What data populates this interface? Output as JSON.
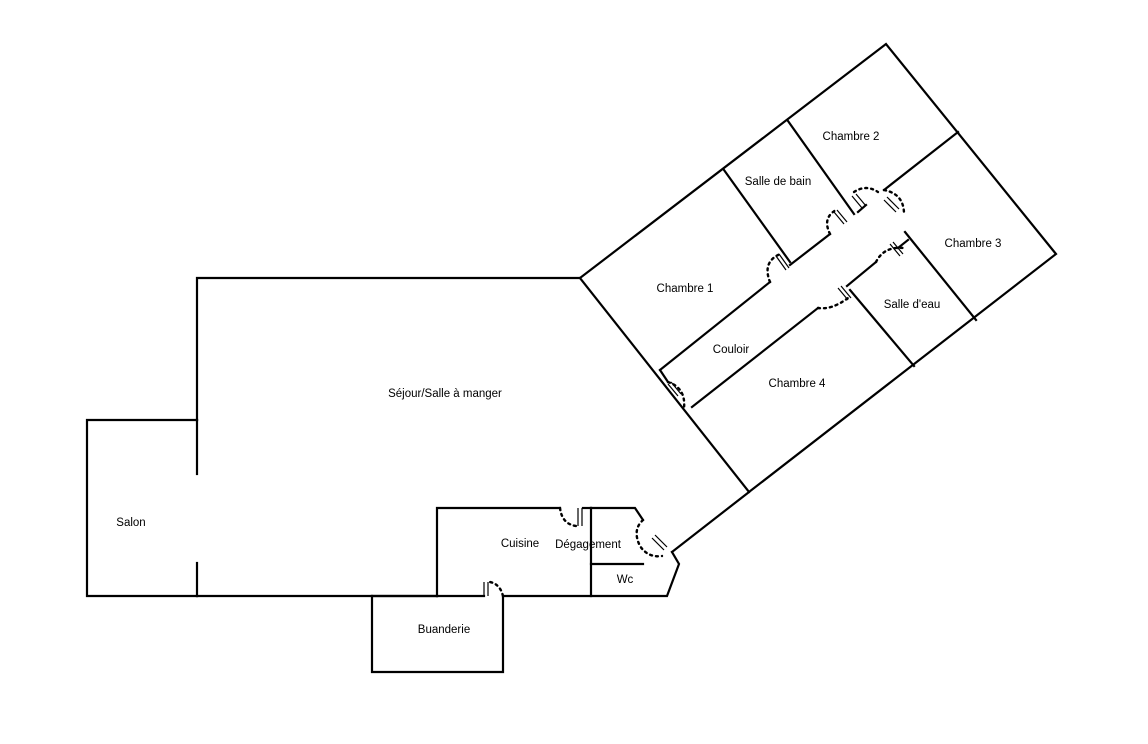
{
  "rooms": {
    "sejour": "Séjour/Salle à manger",
    "salon": "Salon",
    "cuisine": "Cuisine",
    "degagement": "Dégagement",
    "wc": "Wc",
    "buanderie": "Buanderie",
    "chambre1": "Chambre 1",
    "chambre2": "Chambre 2",
    "chambre3": "Chambre 3",
    "chambre4": "Chambre 4",
    "salle_de_bain": "Salle de bain",
    "salle_eau": "Salle d'eau",
    "couloir": "Couloir"
  }
}
